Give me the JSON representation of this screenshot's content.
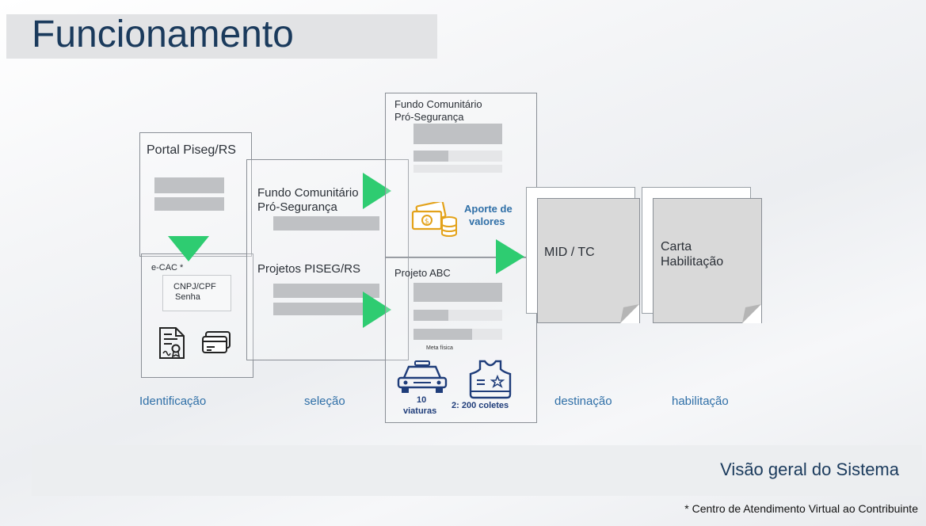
{
  "title": "Funcionamento",
  "portal": {
    "title": "Portal Piseg/RS",
    "ecac_label": "e-CAC *",
    "cnpj_label": "CNPJ/CPF",
    "senha_label": "Senha"
  },
  "selection_box": {
    "fundo_label_1": "Fundo Comunitário",
    "fundo_label_2": "Pró-Segurança",
    "projetos_label": "Projetos PISEG/RS"
  },
  "fund_panel": {
    "title_1": "Fundo Comunitário",
    "title_2": "Pró-Segurança",
    "aporte_1": "Aporte de",
    "aporte_2": "valores"
  },
  "project_panel": {
    "title": "Projeto ABC",
    "meta_label": "Meta física",
    "viaturas_1": "10",
    "viaturas_2": "viaturas",
    "coletes": "2: 200 coletes"
  },
  "documents": {
    "mid": "MID / TC",
    "carta_1": "Carta",
    "carta_2": "Habilitação"
  },
  "stages": {
    "identificacao": "Identificação",
    "selecao": "seleção",
    "destinacao": "destinação",
    "habilitacao": "habilitação"
  },
  "subtitle": "Visão geral do Sistema",
  "footnote": "* Centro de Atendimento Virtual ao Contribuinte",
  "colors": {
    "arrow": "#2ecc71",
    "stage_text": "#2f6fa7",
    "title_text": "#1a3a5c",
    "icon_gold": "#e3a21a",
    "icon_navy": "#1f3d7a"
  }
}
